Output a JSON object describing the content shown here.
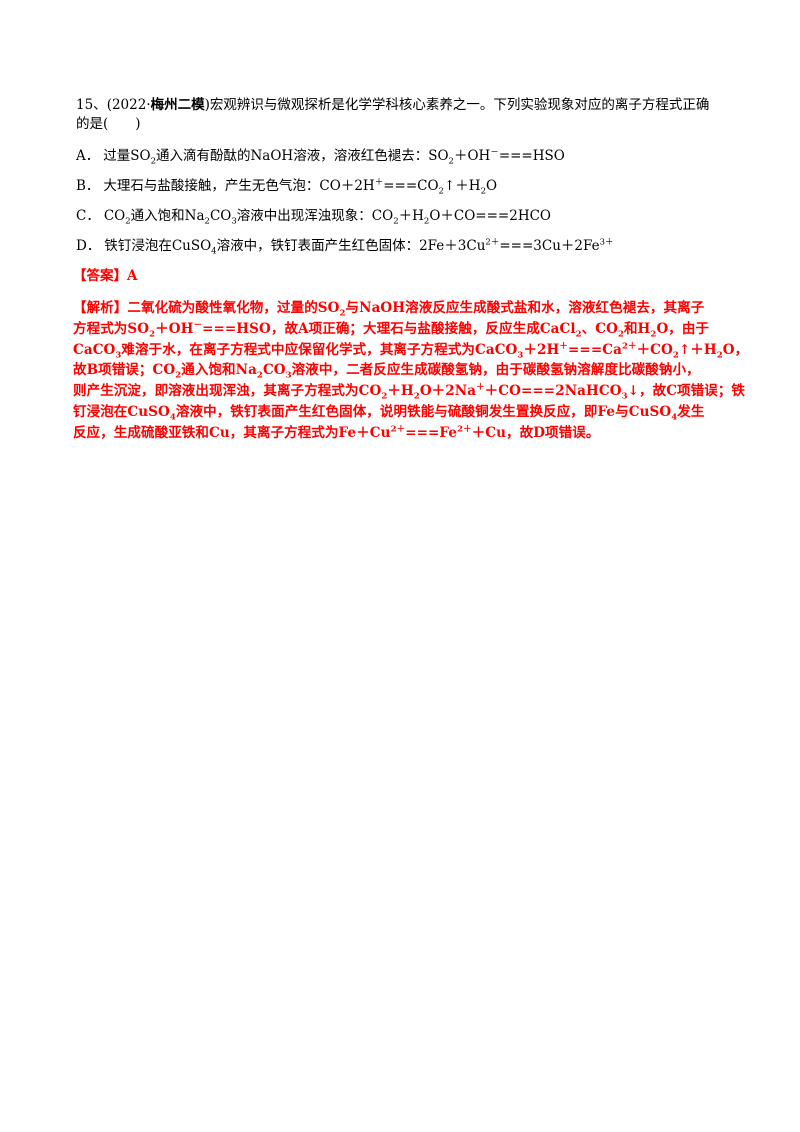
{
  "question": {
    "number": "15、",
    "source_prefix": "(2022·",
    "source_bold": "梅州二模",
    "source_suffix": ")",
    "stem_line1": "宏观辨识与微观探析是化学学科核心素养之一。下列实验现象对应的离子方程式正确",
    "stem_line2": "的是(　　)"
  },
  "options": {
    "A": {
      "letter": "A．",
      "t1": "过量SO",
      "t1_sub": "2",
      "t2": "通入滴有酚酞的NaOH溶液，溶液红色褪去：SO",
      "t2_sub": "2",
      "t3": "＋OH",
      "t3_sup": "－",
      "t4": "===HSO"
    },
    "B": {
      "letter": "B．",
      "t1": "大理石与盐酸接触，产生无色气泡：CO＋2H",
      "t1_sup": "＋",
      "t2": "===CO",
      "t2_sub": "2",
      "t3": "↑＋H",
      "t3_sub": "2",
      "t4": "O"
    },
    "C": {
      "letter": "C．",
      "t1": "CO",
      "t1_sub": "2",
      "t2": "通入饱和Na",
      "t2_sub": "2",
      "t3": "CO",
      "t3_sub": "3",
      "t4": "溶液中出现浑浊现象：CO",
      "t4_sub": "2",
      "t5": "＋H",
      "t5_sub": "2",
      "t6": "O＋CO===2HCO"
    },
    "D": {
      "letter": "D．",
      "t1": "铁钉浸泡在CuSO",
      "t1_sub": "4",
      "t2": "溶液中，铁钉表面产生红色固体：2Fe＋3Cu",
      "t2_sup": "2＋",
      "t3": "===3Cu＋2Fe",
      "t3_sup": "3＋"
    }
  },
  "answer": {
    "label": "【答案】A"
  },
  "explanation": {
    "l1_a": "【解析】二氧化硫为酸性氧化物，过量的SO",
    "l1_sub": "2",
    "l1_b": "与NaOH溶液反应生成酸式盐和水，溶液红色褪去，其离子",
    "l2_a": "方程式为SO",
    "l2_sub": "2",
    "l2_b": "＋OH",
    "l2_sup": "－",
    "l2_c": "===HSO，故A项正确；大理石与盐酸接触，反应生成CaCl",
    "l2_sub2": "2",
    "l2_d": "、CO",
    "l2_sub3": "2",
    "l2_e": "和H",
    "l2_sub4": "2",
    "l2_f": "O，由于",
    "l3_a": "CaCO",
    "l3_sub": "3",
    "l3_b": "难溶于水，在离子方程式中应保留化学式，其离子方程式为CaCO",
    "l3_sub2": "3",
    "l3_c": "＋2H",
    "l3_sup": "＋",
    "l3_d": "===Ca",
    "l3_sup2": "2＋",
    "l3_e": "＋CO",
    "l3_sub3": "2",
    "l3_f": "↑＋H",
    "l3_sub4": "2",
    "l3_g": "O，",
    "l4_a": "故B项错误；CO",
    "l4_sub": "2",
    "l4_b": "通入饱和Na",
    "l4_sub2": "2",
    "l4_c": "CO",
    "l4_sub3": "3",
    "l4_d": "溶液中，二者反应生成碳酸氢钠，由于碳酸氢钠溶解度比碳酸钠小，",
    "l5_a": "则产生沉淀，即溶液出现浑浊，其离子方程式为CO",
    "l5_sub": "2",
    "l5_b": "＋H",
    "l5_sub2": "2",
    "l5_c": "O＋2Na",
    "l5_sup": "＋",
    "l5_d": "＋CO===2NaHCO",
    "l5_sub3": "3",
    "l5_e": "↓，故C项错误；铁",
    "l6_a": "钉浸泡在CuSO",
    "l6_sub": "4",
    "l6_b": "溶液中，铁钉表面产生红色固体，说明铁能与硫酸铜发生置换反应，即Fe与CuSO",
    "l6_sub2": "4",
    "l6_c": "发生",
    "l7_a": "反应，生成硫酸亚铁和Cu，其离子方程式为Fe＋Cu",
    "l7_sup": "2＋",
    "l7_b": "===Fe",
    "l7_sup2": "2＋",
    "l7_c": "＋Cu，故D项错误。"
  },
  "colors": {
    "text": "#000000",
    "answer": "#ff0000"
  }
}
